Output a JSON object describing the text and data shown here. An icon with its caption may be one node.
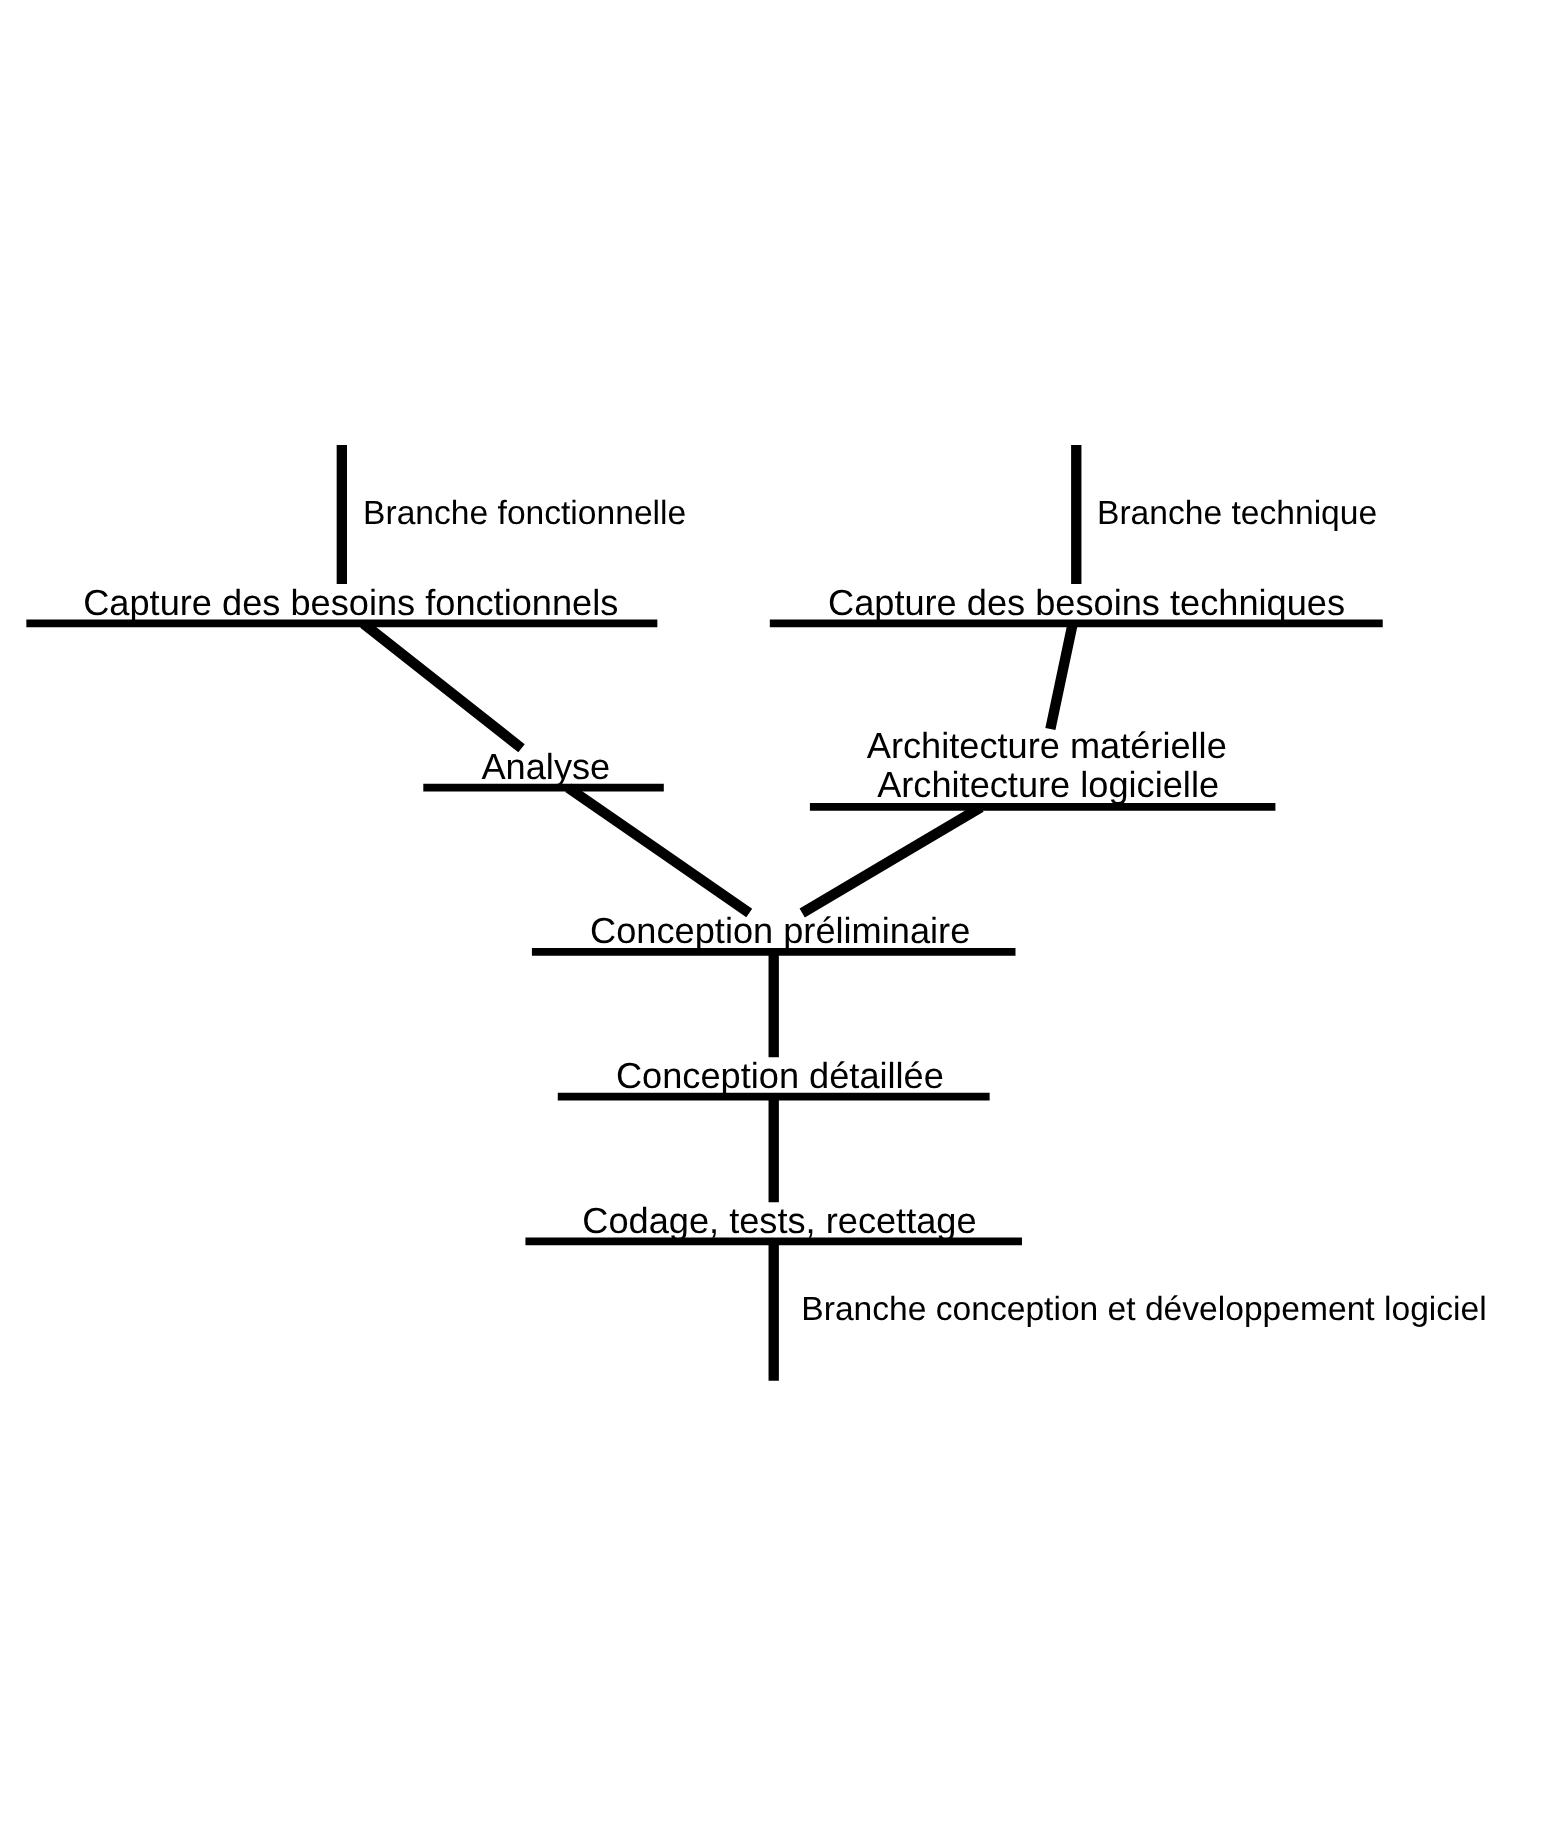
{
  "diagram": {
    "nodes": [
      {
        "text": [
          "Capture des besoins fonctionnels"
        ]
      },
      {
        "text": [
          "Capture des besoins techniques"
        ]
      },
      {
        "text": [
          "Analyse"
        ]
      },
      {
        "text": [
          "Architecture matérielle",
          "Architecture logicielle"
        ]
      },
      {
        "text": [
          "Conception préliminaire"
        ]
      },
      {
        "text": [
          "Conception détaillée"
        ]
      },
      {
        "text": [
          "Codage, tests, recettage"
        ]
      }
    ],
    "edges": [
      {
        "from": null,
        "to": 0,
        "arrow": "none",
        "label": "Branche fonctionnelle"
      },
      {
        "from": null,
        "to": 1,
        "arrow": "none",
        "label": "Branche technique"
      },
      {
        "from": 0,
        "to": 2,
        "arrow": "none"
      },
      {
        "from": 1,
        "to": 3,
        "arrow": "none"
      },
      {
        "from": 2,
        "to": 4,
        "arrow": "none"
      },
      {
        "from": 3,
        "to": 4,
        "arrow": "none"
      },
      {
        "from": 4,
        "to": 5,
        "arrow": "none"
      },
      {
        "from": 5,
        "to": 6,
        "arrow": "none"
      },
      {
        "from": 6,
        "to": null,
        "arrow": "none",
        "label": "Branche conception et développement logiciel"
      }
    ]
  }
}
